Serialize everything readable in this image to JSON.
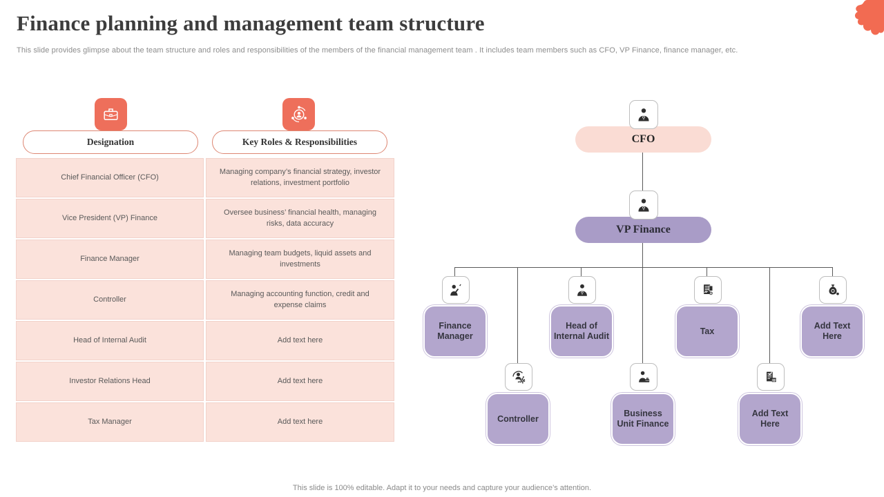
{
  "header": {
    "title": "Finance planning and management team structure",
    "subtitle": "This slide provides glimpse about the team structure and roles and responsibilities of the members of the financial management team . It includes team members such as CFO, VP  Finance, finance manager, etc."
  },
  "table": {
    "columns": [
      {
        "label": "Designation",
        "icon": "briefcase-icon"
      },
      {
        "label": "Key Roles & Responsibilities",
        "icon": "person-orbit-icon"
      }
    ],
    "rows": [
      {
        "designation": "Chief Financial Officer (CFO)",
        "roles": "Managing company’s financial strategy, investor relations, investment portfolio"
      },
      {
        "designation": "Vice President (VP) Finance",
        "roles": "Oversee business’ financial health, managing risks, data accuracy"
      },
      {
        "designation": "Finance Manager",
        "roles": "Managing team budgets, liquid assets and investments"
      },
      {
        "designation": "Controller",
        "roles": "Managing accounting function, credit and expense claims"
      },
      {
        "designation": "Head of Internal Audit",
        "roles": "Add text here"
      },
      {
        "designation": "Investor Relations Head",
        "roles": "Add text here"
      },
      {
        "designation": "Tax Manager",
        "roles": "Add text here"
      }
    ]
  },
  "orgchart": {
    "cfo": {
      "label": "CFO",
      "icon": "businessman-icon"
    },
    "vp": {
      "label": "VP Finance",
      "icon": "businessman-icon"
    },
    "nodes": [
      {
        "label": "Finance Manager",
        "icon": "presenter-icon"
      },
      {
        "label": "Controller",
        "icon": "person-sync-gear-icon"
      },
      {
        "label": "Head of Internal Audit",
        "icon": "businessman-icon"
      },
      {
        "label": "Business Unit Finance",
        "icon": "person-briefcase-icon"
      },
      {
        "label": "Tax",
        "icon": "invoice-icon"
      },
      {
        "label": "Add Text Here",
        "icon": "document-calculator-icon"
      },
      {
        "label": "Add Text Here",
        "icon": "money-bag-icon"
      }
    ]
  },
  "footer": {
    "note": "This slide is 100% editable. Adapt it to your needs and capture your audience’s attention."
  },
  "colors": {
    "accent_orange": "#ee6f5b",
    "blob_orange": "#f26b52",
    "table_pink": "#fbe2db",
    "cfo_pink": "#fadcd4",
    "vp_purple": "#a99cc7",
    "node_purple": "#b3a6cd",
    "line_gray": "#595959"
  }
}
